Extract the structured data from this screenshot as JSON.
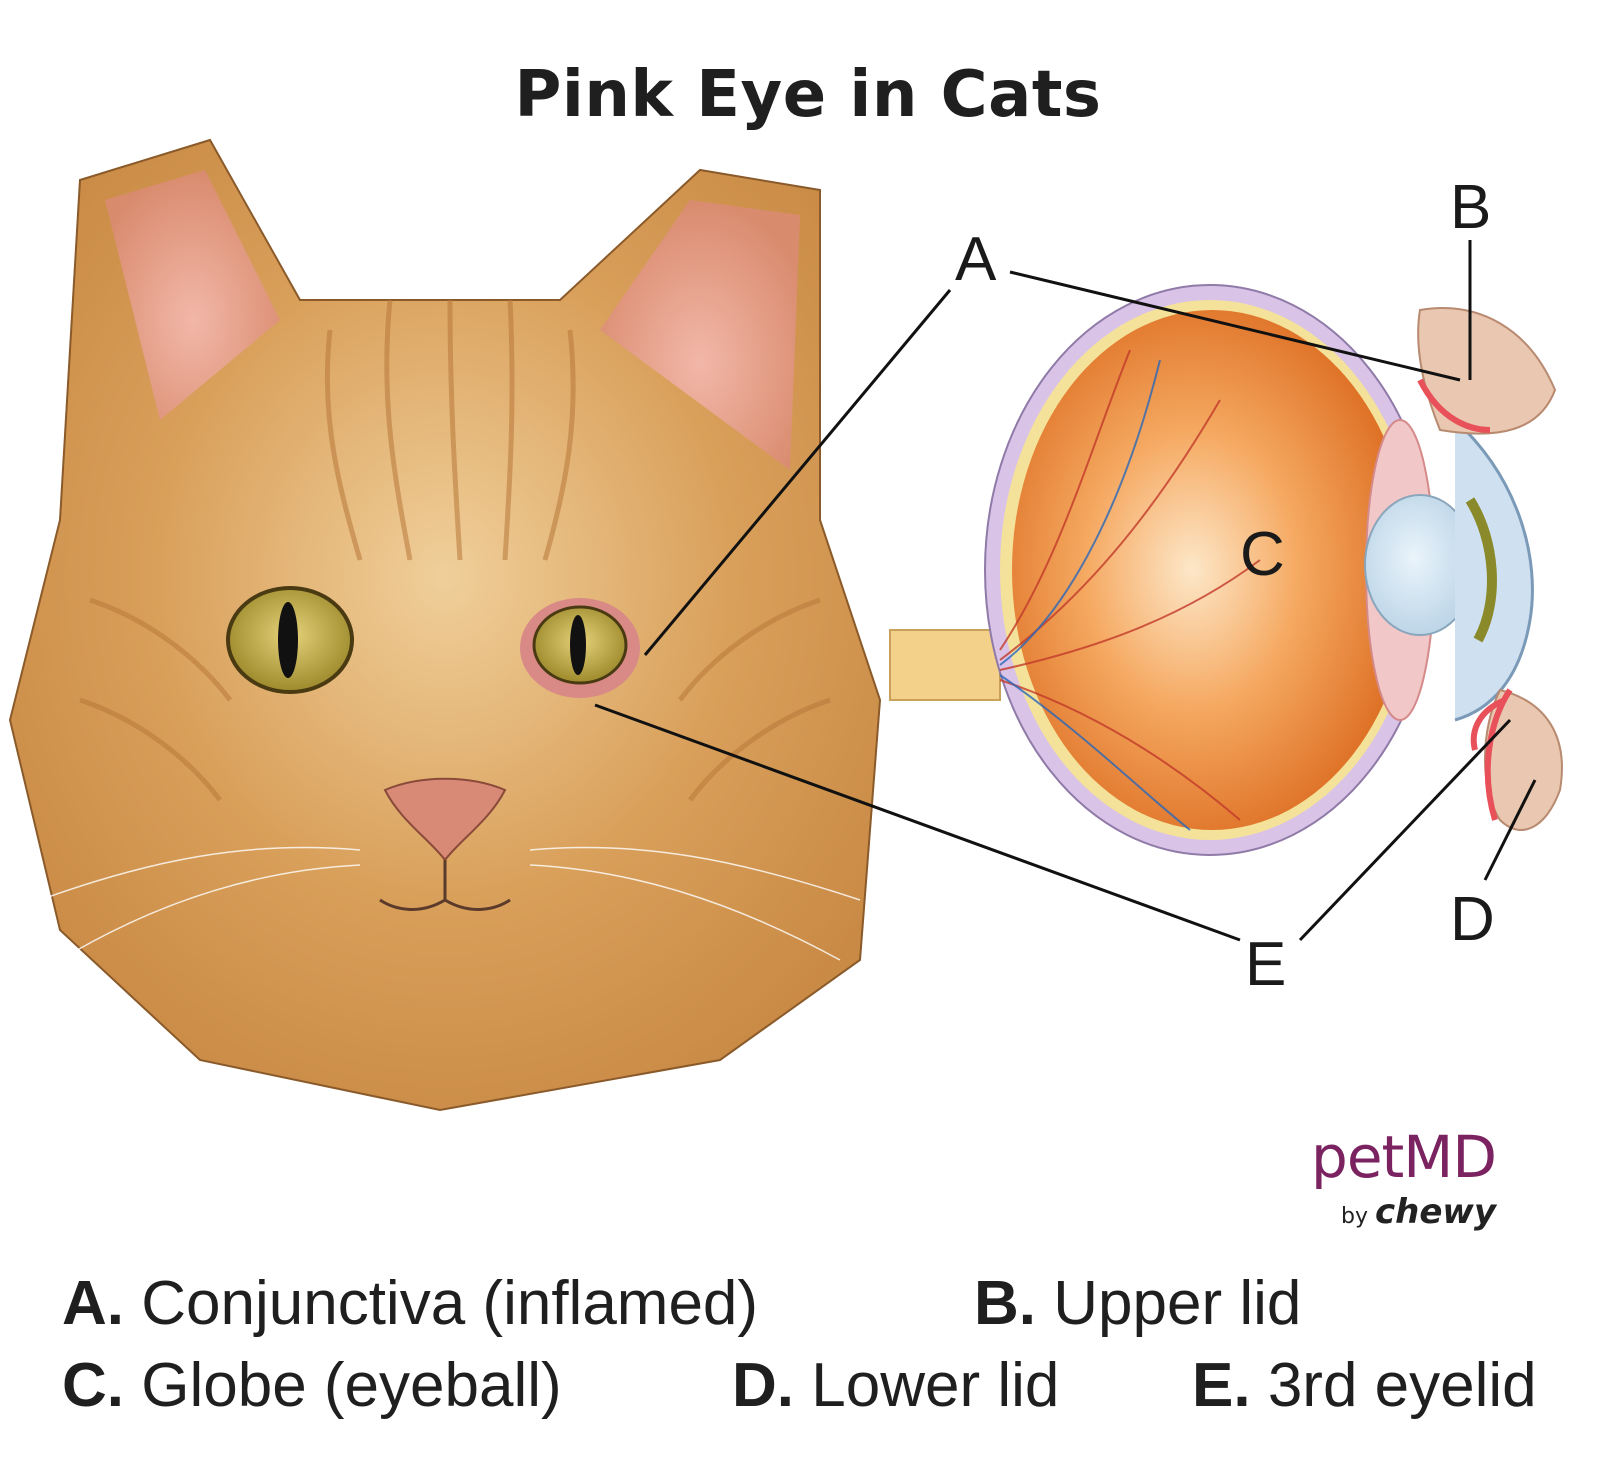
{
  "title": "Pink Eye in Cats",
  "diagram_labels": {
    "A": "A",
    "B": "B",
    "C": "C",
    "D": "D",
    "E": "E"
  },
  "brand": {
    "name": "petMD",
    "by": "by",
    "parent": "chewy"
  },
  "legend": [
    {
      "key": "A.",
      "text": "Conjunctiva (inflamed)"
    },
    {
      "key": "B.",
      "text": "Upper lid"
    },
    {
      "key": "C.",
      "text": "Globe (eyeball)"
    },
    {
      "key": "D.",
      "text": "Lower lid"
    },
    {
      "key": "E.",
      "text": "3rd eyelid"
    }
  ],
  "colors": {
    "fur": "#d9a05b",
    "eye_orange": "#e37a1f",
    "brand": "#7b2260"
  }
}
